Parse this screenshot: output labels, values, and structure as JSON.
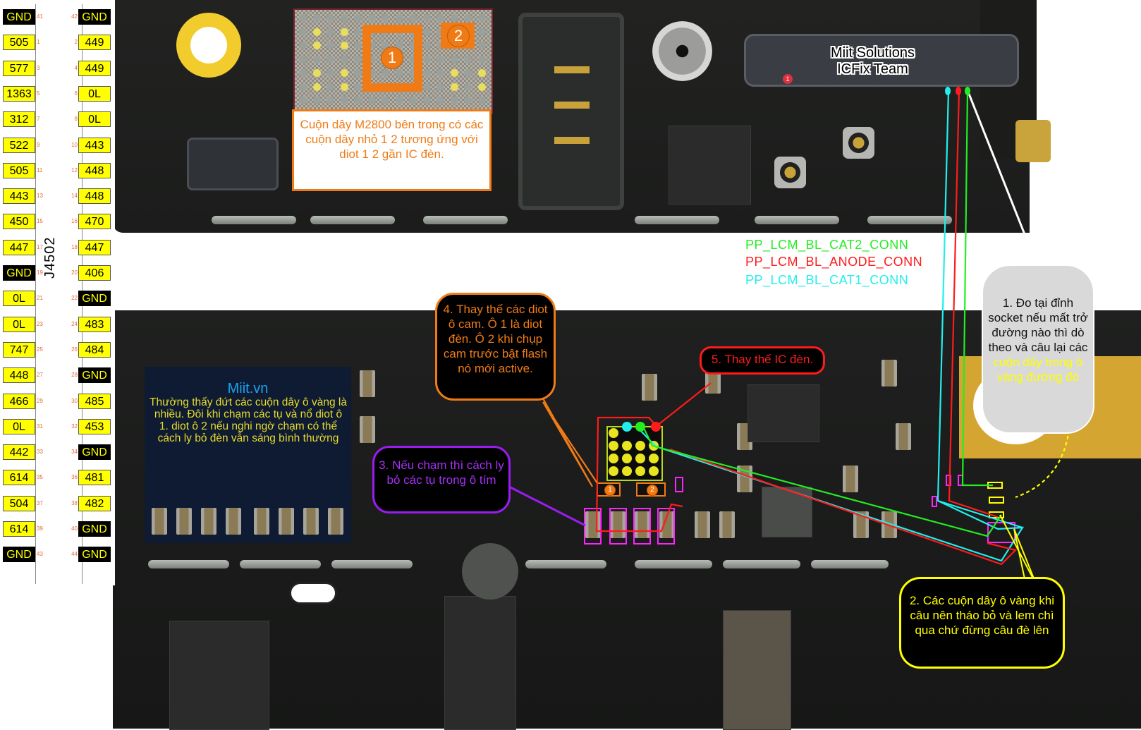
{
  "connector": {
    "name": "J4502",
    "pins": [
      {
        "pin": 41,
        "value": "GND",
        "side": "left"
      },
      {
        "pin": 42,
        "value": "GND",
        "side": "right"
      },
      {
        "pin": 1,
        "value": "505",
        "side": "left"
      },
      {
        "pin": 2,
        "value": "449",
        "side": "right"
      },
      {
        "pin": 3,
        "value": "577",
        "side": "left"
      },
      {
        "pin": 4,
        "value": "449",
        "side": "right"
      },
      {
        "pin": 5,
        "value": "1363",
        "side": "left"
      },
      {
        "pin": 6,
        "value": "0L",
        "side": "right"
      },
      {
        "pin": 7,
        "value": "312",
        "side": "left"
      },
      {
        "pin": 8,
        "value": "0L",
        "side": "right"
      },
      {
        "pin": 9,
        "value": "522",
        "side": "left"
      },
      {
        "pin": 10,
        "value": "443",
        "side": "right"
      },
      {
        "pin": 11,
        "value": "505",
        "side": "left"
      },
      {
        "pin": 12,
        "value": "448",
        "side": "right"
      },
      {
        "pin": 13,
        "value": "443",
        "side": "left"
      },
      {
        "pin": 14,
        "value": "448",
        "side": "right"
      },
      {
        "pin": 15,
        "value": "450",
        "side": "left"
      },
      {
        "pin": 16,
        "value": "470",
        "side": "right"
      },
      {
        "pin": 17,
        "value": "447",
        "side": "left"
      },
      {
        "pin": 18,
        "value": "447",
        "side": "right"
      },
      {
        "pin": 19,
        "value": "GND",
        "side": "left"
      },
      {
        "pin": 20,
        "value": "406",
        "side": "right"
      },
      {
        "pin": 21,
        "value": "0L",
        "side": "left"
      },
      {
        "pin": 22,
        "value": "GND",
        "side": "right"
      },
      {
        "pin": 23,
        "value": "0L",
        "side": "left"
      },
      {
        "pin": 24,
        "value": "483",
        "side": "right"
      },
      {
        "pin": 25,
        "value": "747",
        "side": "left"
      },
      {
        "pin": 26,
        "value": "484",
        "side": "right"
      },
      {
        "pin": 27,
        "value": "448",
        "side": "left"
      },
      {
        "pin": 28,
        "value": "GND",
        "side": "right"
      },
      {
        "pin": 29,
        "value": "466",
        "side": "left"
      },
      {
        "pin": 30,
        "value": "485",
        "side": "right"
      },
      {
        "pin": 31,
        "value": "0L",
        "side": "left"
      },
      {
        "pin": 32,
        "value": "453",
        "side": "right"
      },
      {
        "pin": 33,
        "value": "442",
        "side": "left"
      },
      {
        "pin": 34,
        "value": "GND",
        "side": "right"
      },
      {
        "pin": 35,
        "value": "614",
        "side": "left"
      },
      {
        "pin": 36,
        "value": "481",
        "side": "right"
      },
      {
        "pin": 37,
        "value": "504",
        "side": "left"
      },
      {
        "pin": 38,
        "value": "482",
        "side": "right"
      },
      {
        "pin": 39,
        "value": "614",
        "side": "left"
      },
      {
        "pin": 40,
        "value": "GND",
        "side": "right"
      },
      {
        "pin": 43,
        "value": "GND",
        "side": "left"
      },
      {
        "pin": 44,
        "value": "GND",
        "side": "right"
      }
    ]
  },
  "m2800": {
    "marker1": "1",
    "marker2": "2",
    "callout": "Cuộn dây M2800 bên trong có các cuộn dây nhỏ 1 2 tương ứng với diot 1 2 gần IC đèn."
  },
  "watermark": {
    "line1": "Miit Solutions",
    "line2": "ICFix Team"
  },
  "socket_pin1_marker": "1",
  "nets": [
    {
      "name": "PP_LCM_BL_CAT2_CONN",
      "color": "#22ee22"
    },
    {
      "name": "PP_LCM_BL_ANODE_CONN",
      "color": "#ff1b1b"
    },
    {
      "name": "PP_LCM_BL_CAT1_CONN",
      "color": "#22eeee"
    }
  ],
  "notes": {
    "step1_prefix": "1. Đo tại đỉnh socket nếu mất trở đường nào thì dò theo và câu lại các ",
    "step1_highlight": "cuộn dây trong ô vàng đường đó",
    "step2": "2. Các cuộn dây ô vàng khi câu nên tháo bỏ và lem chì qua chứ đừng câu đè lên",
    "step3": "3. Nếu chạm thì cách ly bỏ các tụ trong ô tím",
    "step4": "4. Thay thế các diot ô cam. Ô 1 là diot đèn. Ô 2 khi chụp cam trước bật flash nó mới active.",
    "step5": "5. Thay thế IC đèn."
  },
  "miit": {
    "title": "Miit.vn",
    "text": "Thường thấy đứt các cuộn dây ô vàng là nhiều. Đôi khi chạm các tụ và nổ diot ô 1. diot ô 2 nếu nghi ngờ chạm có thể cách ly bỏ đèn vẫn sáng bình thường"
  },
  "diodes": {
    "d1": "1",
    "d2": "2"
  },
  "colors": {
    "orange": "#f07b16",
    "red": "#ff1b1b",
    "green": "#22ee22",
    "cyan": "#22eeee",
    "magenta": "#ff22ff",
    "purple": "#9a1cf0",
    "yellow": "#ffff00",
    "callout_gray": "#d9d9d9"
  }
}
